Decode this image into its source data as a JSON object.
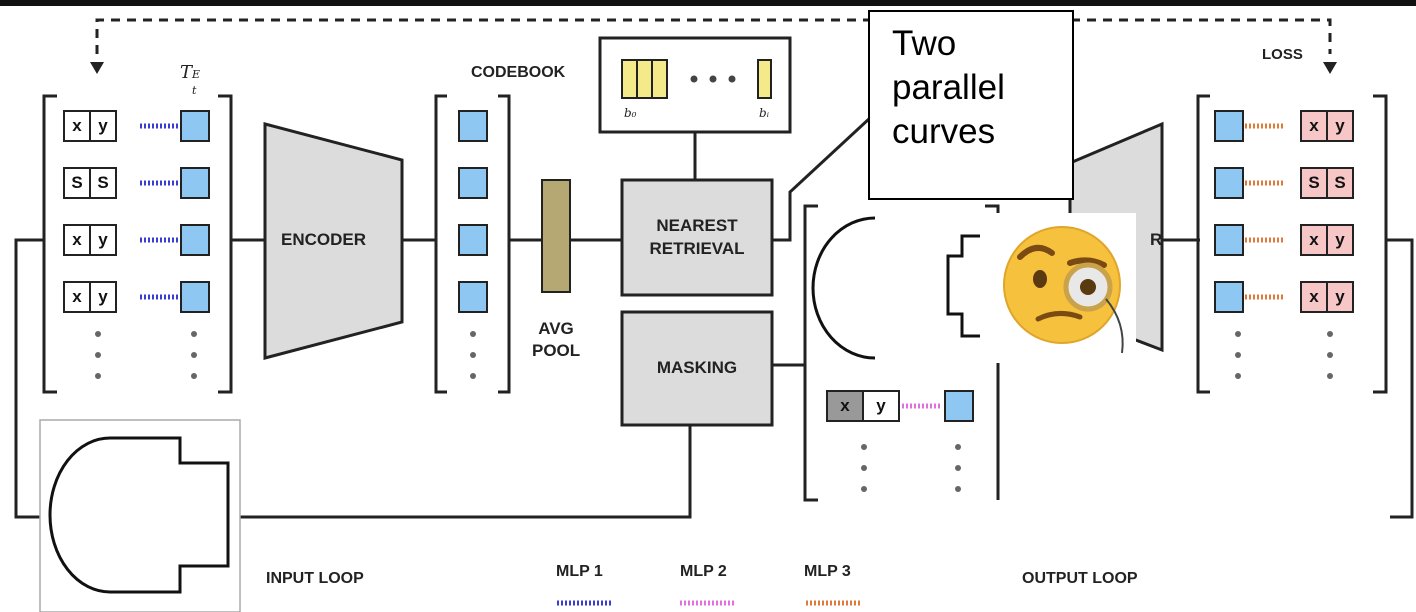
{
  "diagram": {
    "title": "",
    "labels": {
      "codebook": "CODEBOOK",
      "codebook_first": "b₀",
      "codebook_last": "bᵢ",
      "token_embed": "T",
      "token_embed_sup": "E",
      "token_embed_sub": "t",
      "encoder": "ENCODER",
      "decoder_partial": "R",
      "avg_pool_line1": "AVG",
      "avg_pool_line2": "POOL",
      "nearest_line1": "NEAREST",
      "nearest_line2": "RETRIEVAL",
      "masking": "MASKING",
      "loss": "LOSS",
      "input_loop": "INPUT LOOP",
      "output_loop": "OUTPUT LOOP",
      "mlp1": "MLP 1",
      "mlp2": "MLP 2",
      "mlp3": "MLP 3"
    },
    "input_tokens": [
      {
        "a": "x",
        "b": "y"
      },
      {
        "a": "S",
        "b": "S"
      },
      {
        "a": "x",
        "b": "y"
      },
      {
        "a": "x",
        "b": "y"
      }
    ],
    "output_tokens": [
      {
        "a": "x",
        "b": "y"
      },
      {
        "a": "S",
        "b": "S"
      },
      {
        "a": "x",
        "b": "y"
      },
      {
        "a": "x",
        "b": "y"
      }
    ],
    "masked_token": {
      "a": "x",
      "b": "y"
    },
    "callout": {
      "line1": "Two",
      "line2": "parallel",
      "line3": "curves"
    },
    "emoji": "face-with-monocle",
    "colors": {
      "token_blue": "#8ec8f2",
      "codebook_yellow": "#f5ea8a",
      "avg_pool": "#b5a872",
      "module_gray": "#dcdcdc",
      "output_pink": "#f7c6c6",
      "mlp1": "#3b3bd6",
      "mlp2": "#e070e0",
      "mlp3": "#e07a3a"
    }
  }
}
